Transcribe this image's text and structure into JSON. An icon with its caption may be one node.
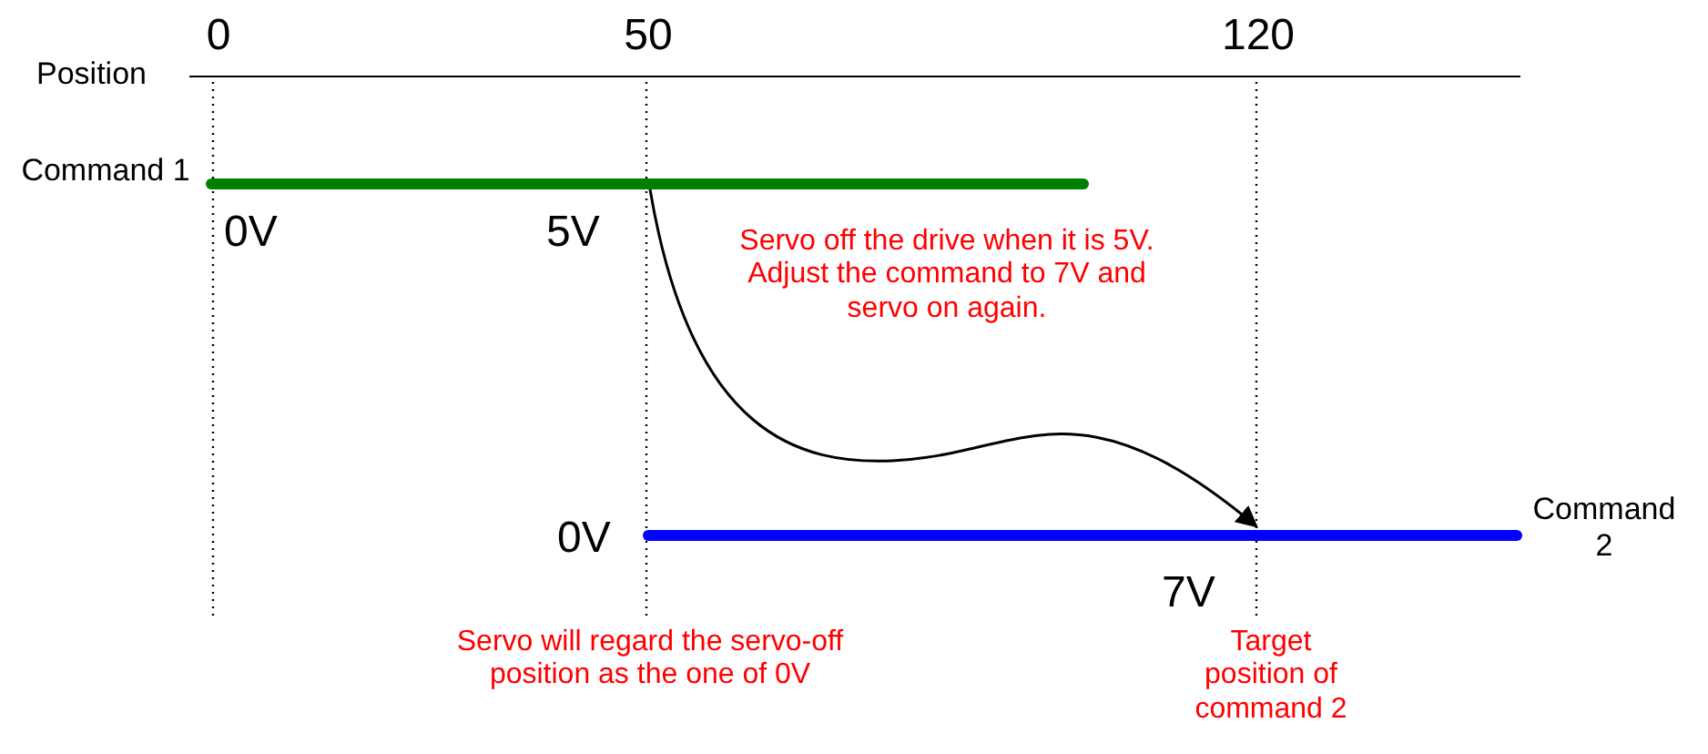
{
  "diagram": {
    "nodes": [
      {
        "text": [],
        "shape": "bar"
      },
      {
        "text": [],
        "shape": "bar"
      }
    ],
    "edges": [
      {
        "from": 0,
        "to": 1,
        "arrow": "to"
      }
    ],
    "labels": [
      "0",
      "50",
      "120",
      "Position",
      "Command 1",
      "0V",
      "5V",
      "Servo off the drive when it is 5V. Adjust the command to 7V and servo on again.",
      "0V",
      "Command 2",
      "7V",
      "Servo will regard the servo-off position as the one of 0V",
      "Target position of command 2"
    ]
  }
}
